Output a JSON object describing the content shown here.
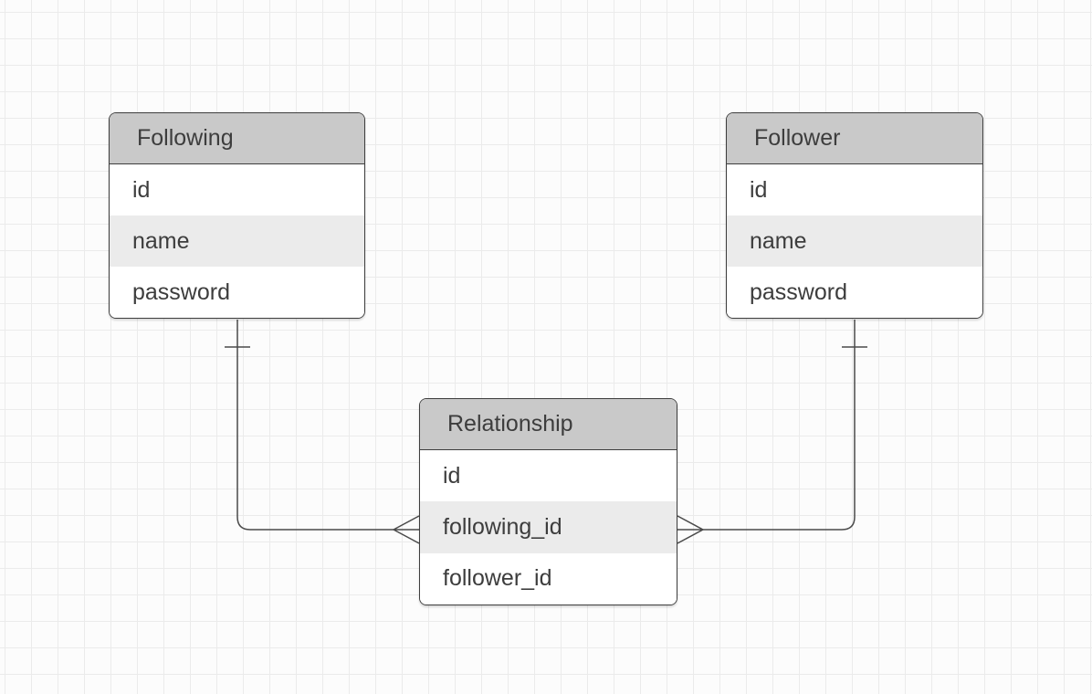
{
  "diagram": {
    "entities": [
      {
        "title": "Following",
        "fields": [
          "id",
          "name",
          "password"
        ]
      },
      {
        "title": "Follower",
        "fields": [
          "id",
          "name",
          "password"
        ]
      },
      {
        "title": "Relationship",
        "fields": [
          "id",
          "following_id",
          "follower_id"
        ]
      }
    ],
    "relationships": [
      {
        "from": "Following",
        "to": "Relationship",
        "from_cardinality": "one",
        "to_cardinality": "many"
      },
      {
        "from": "Follower",
        "to": "Relationship",
        "from_cardinality": "one",
        "to_cardinality": "many"
      }
    ],
    "colors": {
      "canvas_bg": "#fcfcfc",
      "grid_line": "#ebebeb",
      "entity_border": "#3e3e3e",
      "header_fill": "#c9c9c9",
      "row_fill": "#ffffff",
      "row_alt_fill": "#ebebeb",
      "text": "#3d3d3d",
      "connector": "#4a4a4a"
    }
  }
}
